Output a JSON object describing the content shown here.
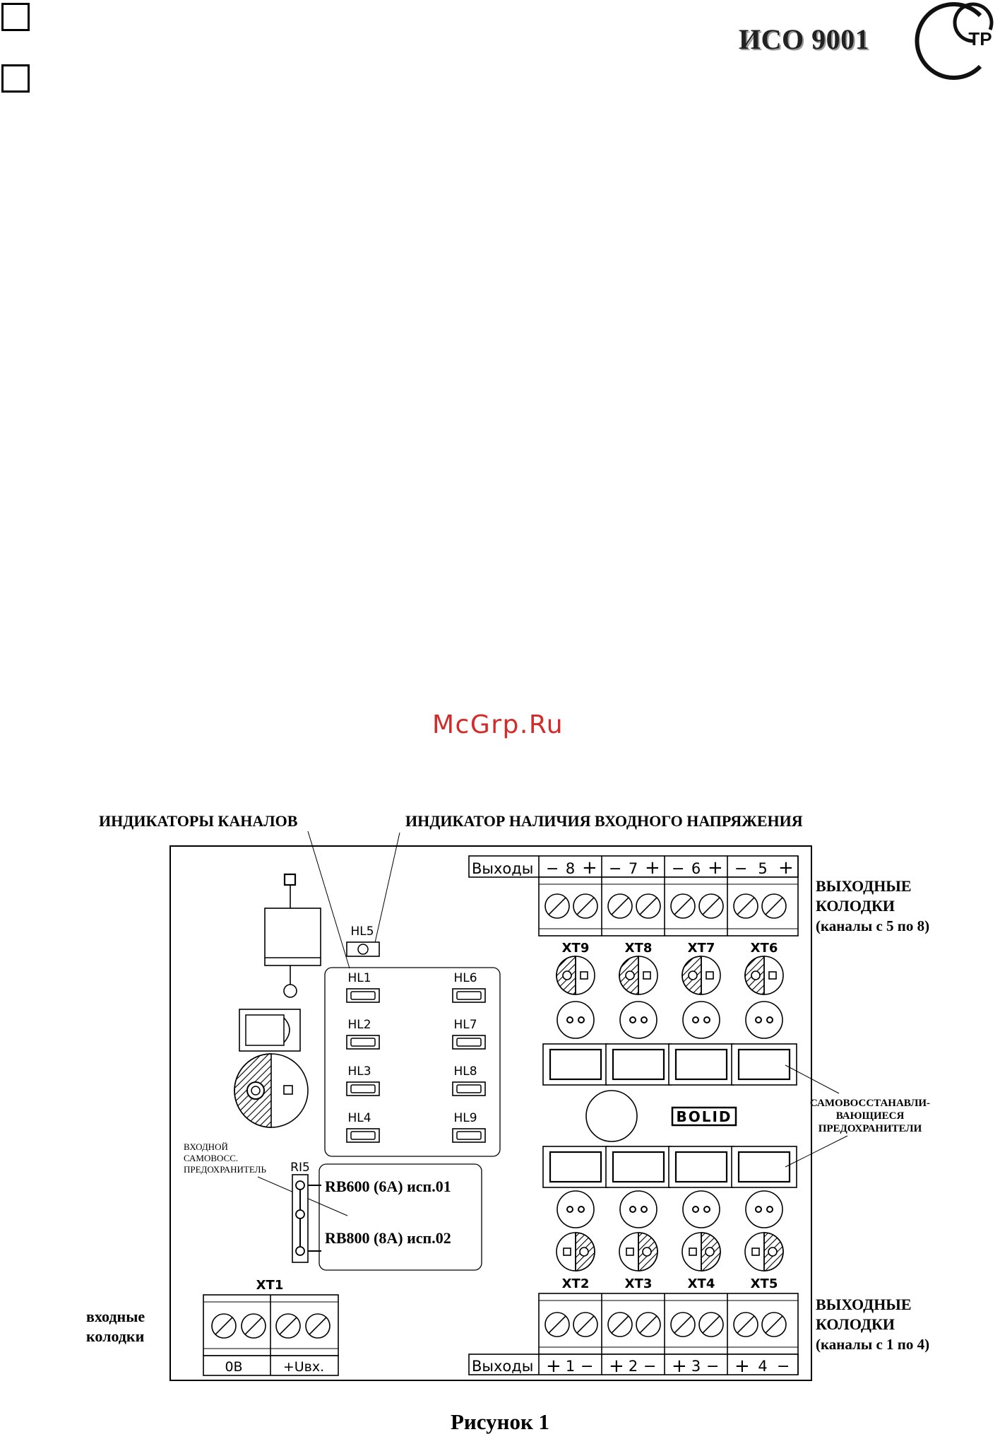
{
  "header": {
    "iso_label": "ИСО 9001",
    "logo_icon": "eac-certification-logo-icon",
    "logo_text": "ТР"
  },
  "watermark": "McGrp.Ru",
  "callouts": {
    "channel_indicators": "ИНДИКАТОРЫ КАНАЛОВ",
    "input_voltage_indicator": "ИНДИКАТОР НАЛИЧИЯ ВХОДНОГО НАПРЯЖЕНИЯ",
    "output_blocks_top": [
      "ВЫХОДНЫЕ",
      "КОЛОДКИ",
      "(каналы с 5 по 8)"
    ],
    "output_blocks_bottom": [
      "ВЫХОДНЫЕ",
      "КОЛОДКИ",
      "(каналы с 1 по 4)"
    ],
    "input_blocks": [
      "входные",
      "колодки"
    ],
    "self_restoring_fuses": [
      "САМОВОССТАНАВЛИ-",
      "ВАЮЩИЕСЯ",
      "ПРЕДОХРАНИТЕЛИ"
    ],
    "input_fuse": [
      "ВХОДНОЙ",
      "САМОВОСС.",
      "ПРЕДОХРАНИТЕЛЬ"
    ]
  },
  "board": {
    "outputs_label": "Выходы",
    "top_channels": [
      "8",
      "7",
      "6",
      "5"
    ],
    "bottom_channels": [
      "1",
      "2",
      "3",
      "4"
    ],
    "top_connectors": [
      "XT9",
      "XT8",
      "XT7",
      "XT6"
    ],
    "bottom_connectors": [
      "XT2",
      "XT3",
      "XT4",
      "XT5"
    ],
    "leds_left": [
      "HL1",
      "HL2",
      "HL3",
      "HL4"
    ],
    "leds_right": [
      "HL6",
      "HL7",
      "HL8",
      "HL9"
    ],
    "led_power": "HL5",
    "fuse_ref": "RI5",
    "fuse_options": [
      "RB600 (6A) исп.01",
      "RB800 (8A) исп.02"
    ],
    "input_connector": "XT1",
    "input_terminals": [
      "0В",
      "+Uвх."
    ],
    "brand": "BOLID",
    "minus": "−",
    "plus": "+"
  },
  "caption": "Рисунок 1"
}
